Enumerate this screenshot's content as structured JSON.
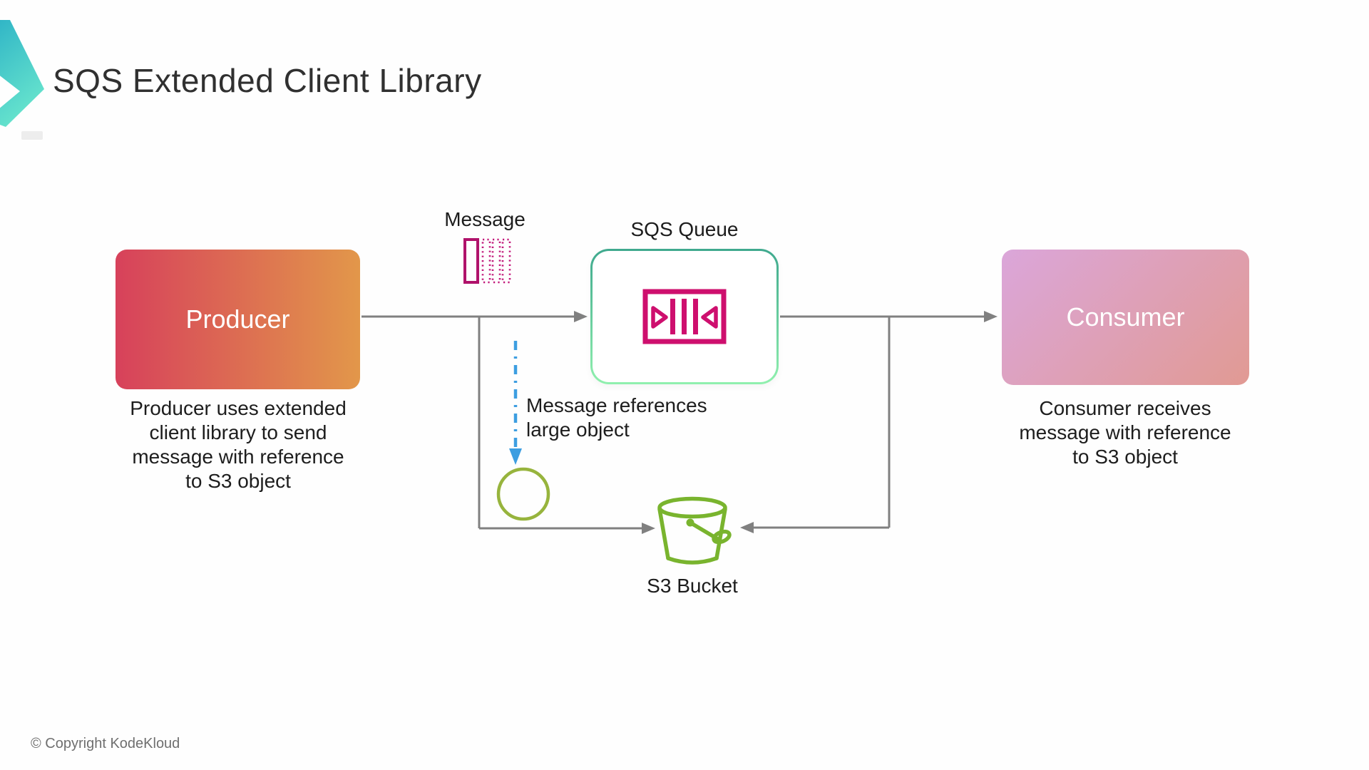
{
  "slide": {
    "title": "SQS Extended Client Library",
    "copyright": "© Copyright KodeKloud"
  },
  "nodes": {
    "producer": {
      "label": "Producer",
      "caption_lines": [
        "Producer uses extended",
        "client library to send",
        "message with reference",
        "to S3 object"
      ]
    },
    "sqs_queue": {
      "label": "SQS Queue"
    },
    "consumer": {
      "label": "Consumer",
      "caption_lines": [
        "Consumer receives",
        "message with reference",
        "to S3 object"
      ]
    },
    "message": {
      "label": "Message"
    },
    "s3_bucket": {
      "label": "S3 Bucket"
    }
  },
  "annotations": {
    "message_reference": {
      "lines": [
        "Message references",
        "large object"
      ]
    }
  },
  "icons": {
    "logo": "kodekloud-chevron-icon",
    "message": "queue-message-icon",
    "sqs": "sqs-queue-icon",
    "large_object": "object-circle-icon",
    "s3": "s3-bucket-icon"
  },
  "colors": {
    "producer_gradient": [
      "#d7415b",
      "#e2974a"
    ],
    "consumer_gradient": [
      "#dba6da",
      "#e19a93"
    ],
    "sqs_border_gradient": [
      "#3fa98e",
      "#90f0ae"
    ],
    "sqs_icon_pink": "#ce0f6e",
    "message_pink": "#b0126b",
    "bucket_green": "#79b42e",
    "circle_green": "#97b43d",
    "arrow_gray": "#808080",
    "arrow_blue": "#3d9ee1",
    "logo_gradient": [
      "#2fb4c6",
      "#67e4cd"
    ],
    "title_color": "#303030"
  }
}
